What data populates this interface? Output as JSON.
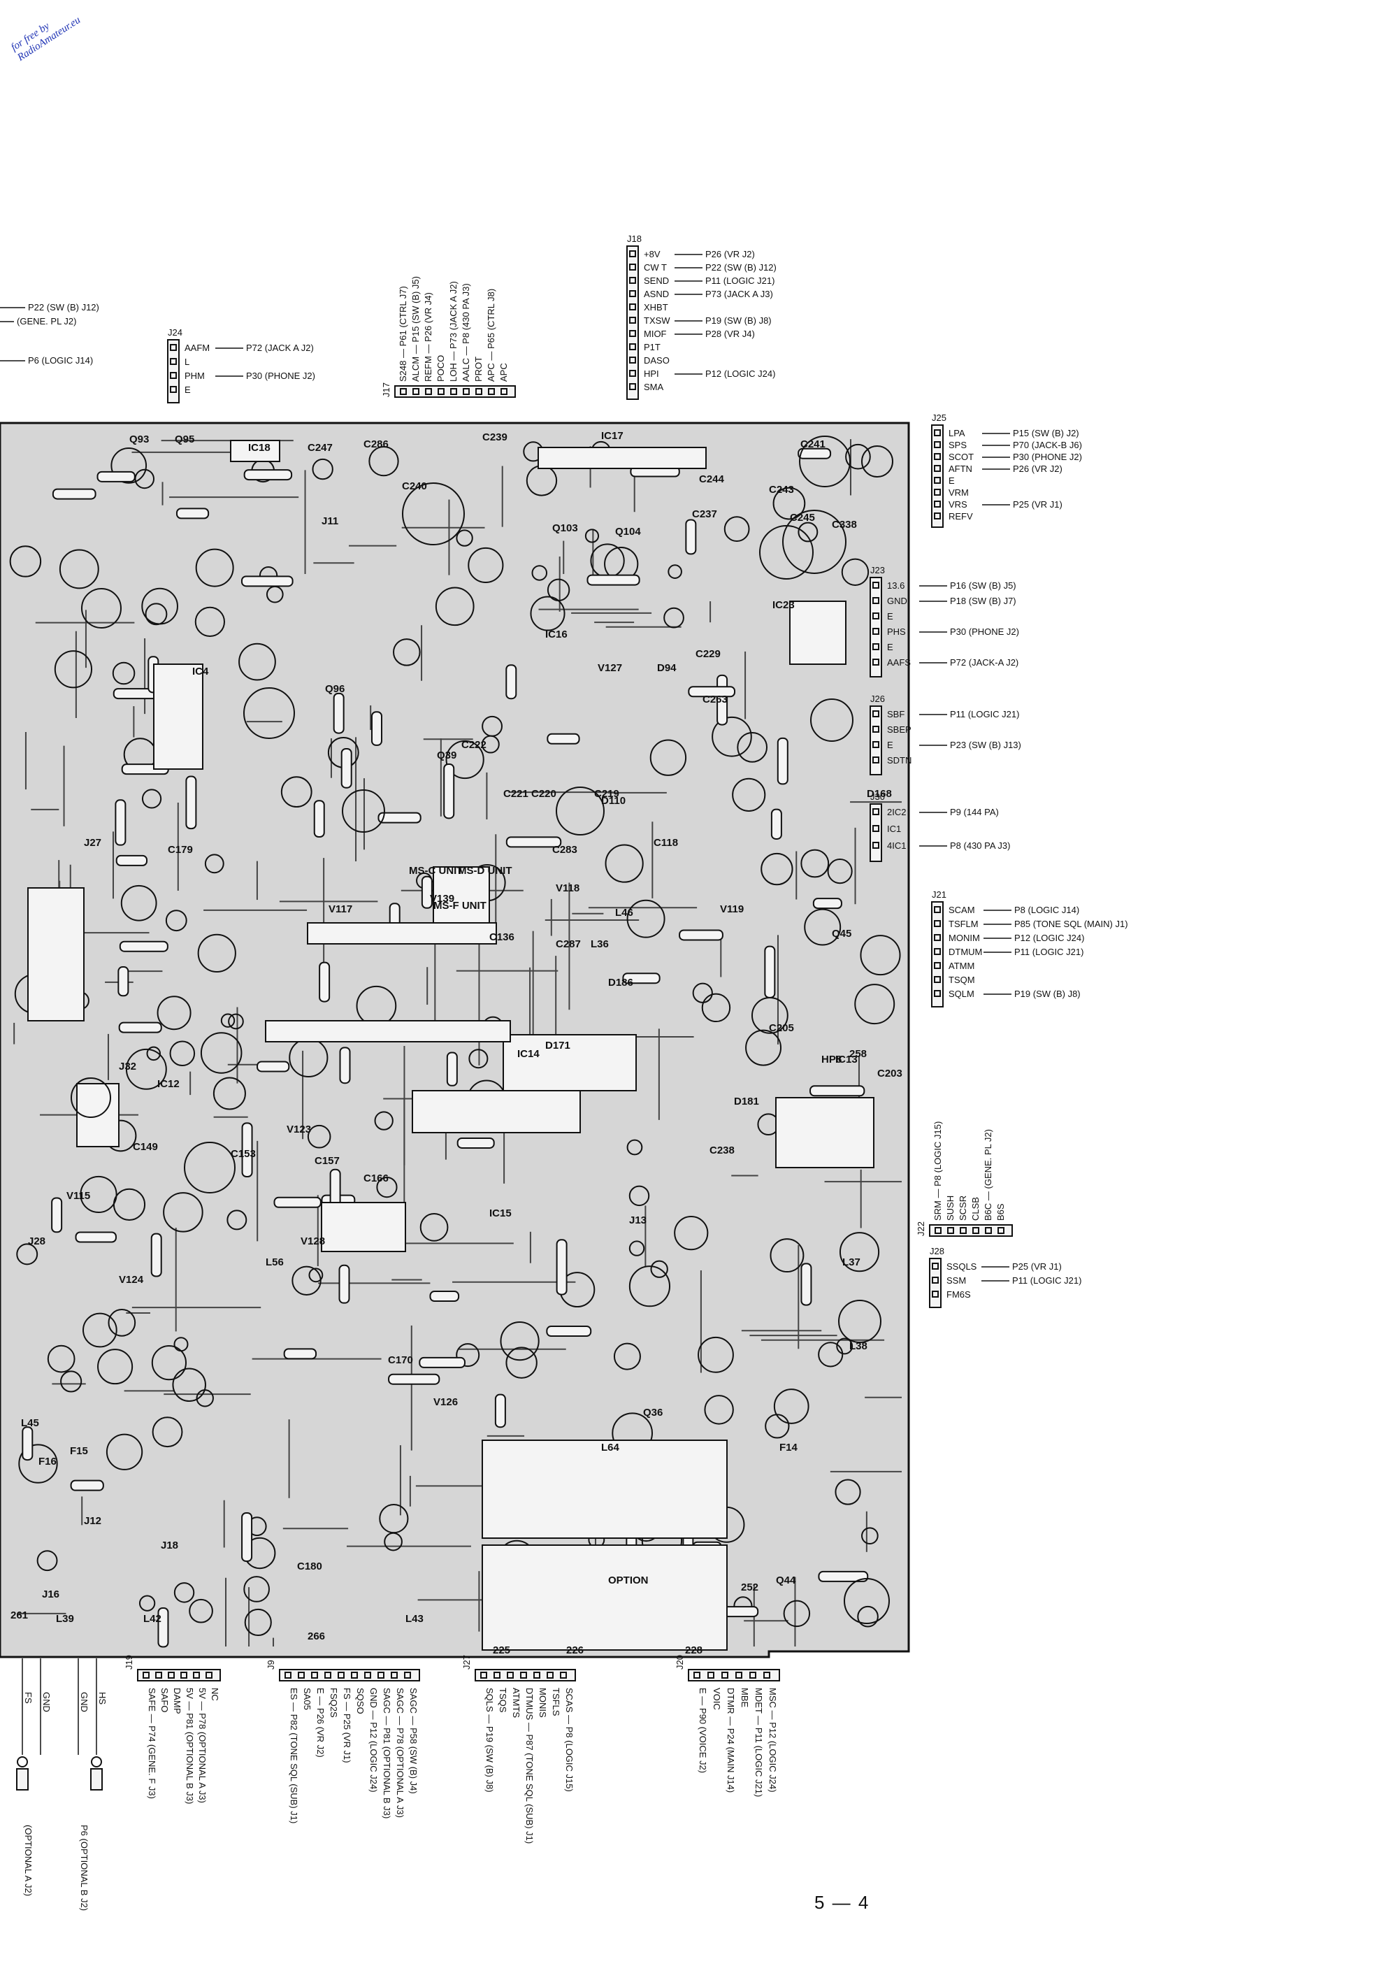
{
  "watermark": {
    "line1": "for free by",
    "line2": "RadioAmateur.eu",
    "color": "#1f33b4"
  },
  "page_number": "5 — 4",
  "colors": {
    "board": "#d6d6d6",
    "ink": "#111111",
    "paper": "#ffffff"
  },
  "components": [
    "IC17",
    "IC18",
    "IC16",
    "IC14",
    "IC13",
    "IC12",
    "IC15",
    "IC23",
    "IC4",
    "Q93",
    "Q95",
    "Q103",
    "Q104",
    "Q96",
    "Q39",
    "Q36",
    "Q44",
    "Q45",
    "C238",
    "C239",
    "C241",
    "C240",
    "C247",
    "C286",
    "C244",
    "C245",
    "C243",
    "C237",
    "C229",
    "C263",
    "C222",
    "C221",
    "C220",
    "C219",
    "C283",
    "C287",
    "C205",
    "C203",
    "C149",
    "C153",
    "C157",
    "C166",
    "C170",
    "C180",
    "C179",
    "C136",
    "C118",
    "C338",
    "L46",
    "L36",
    "L37",
    "L38",
    "L39",
    "L42",
    "L43",
    "L45",
    "L56",
    "L64",
    "F14",
    "F15",
    "F16",
    "J12",
    "J13",
    "J11",
    "J27",
    "J28",
    "J32",
    "J16",
    "J18",
    "D94",
    "D110",
    "D168",
    "D186",
    "D181",
    "D171",
    "V128",
    "V123",
    "V115",
    "V124",
    "V126",
    "V127",
    "V139",
    "V117",
    "V118",
    "V119",
    "MS-D UNIT",
    "MS-C UNIT",
    "MS-F UNIT",
    "OPTION",
    "HP8",
    "258",
    "252",
    "228",
    "226",
    "225",
    "266",
    "261"
  ],
  "connectors": {
    "top_left_partial": [
      {
        "net": "P22",
        "dest": "(SW (B) J12)"
      },
      {
        "net": "",
        "dest": "(GENE. PL J2)"
      },
      {
        "net": "P6",
        "dest": "(LOGIC J14)"
      }
    ],
    "J24": {
      "id": "J24",
      "pins": [
        {
          "sig": "AAFM",
          "net": "P72",
          "dest": "(JACK A J2)"
        },
        {
          "sig": "L",
          "net": "",
          "dest": ""
        },
        {
          "sig": "PHM",
          "net": "P30",
          "dest": "(PHONE J2)"
        },
        {
          "sig": "E",
          "net": "",
          "dest": ""
        }
      ]
    },
    "J17": {
      "id": "J17",
      "pins": [
        {
          "sig": "S248",
          "net": "P61",
          "dest": "(CTRL J7)"
        },
        {
          "sig": "ALCM",
          "net": "P15",
          "dest": "(SW (B) J5)"
        },
        {
          "sig": "REFM",
          "net": "P26",
          "dest": "(VR J4)"
        },
        {
          "sig": "POCO",
          "net": "",
          "dest": ""
        },
        {
          "sig": "LOH",
          "net": "P73",
          "dest": "(JACK A J2)"
        },
        {
          "sig": "AALC",
          "net": "P8",
          "dest": "(430 PA J3)"
        },
        {
          "sig": "PROT",
          "net": "",
          "dest": ""
        },
        {
          "sig": "APC",
          "net": "P65",
          "dest": "(CTRL J8)"
        },
        {
          "sig": "APC",
          "net": "",
          "dest": ""
        }
      ]
    },
    "J18": {
      "id": "J18",
      "pins": [
        {
          "sig": "+8V",
          "net": "P26",
          "dest": "(VR J2)"
        },
        {
          "sig": "CW T",
          "net": "P22",
          "dest": "(SW (B) J12)"
        },
        {
          "sig": "SEND",
          "net": "P11",
          "dest": "(LOGIC J21)"
        },
        {
          "sig": "ASND",
          "net": "P73",
          "dest": "(JACK A J3)"
        },
        {
          "sig": "XHBT",
          "net": "",
          "dest": ""
        },
        {
          "sig": "TXSW",
          "net": "P19",
          "dest": "(SW (B) J8)"
        },
        {
          "sig": "MIOF",
          "net": "P28",
          "dest": "(VR J4)"
        },
        {
          "sig": "P1T",
          "net": "",
          "dest": ""
        },
        {
          "sig": "DASO",
          "net": "",
          "dest": ""
        },
        {
          "sig": "HPI",
          "net": "P12",
          "dest": "(LOGIC J24)"
        },
        {
          "sig": "SMA",
          "net": "",
          "dest": ""
        }
      ]
    },
    "J25": {
      "id": "J25",
      "pins": [
        {
          "sig": "LPA",
          "net": "P15",
          "dest": "(SW (B) J2)"
        },
        {
          "sig": "SPS",
          "net": "P70",
          "dest": "(JACK-B J6)"
        },
        {
          "sig": "SCOT",
          "net": "P30",
          "dest": "(PHONE J2)"
        },
        {
          "sig": "AFTN",
          "net": "P26",
          "dest": "(VR J2)"
        },
        {
          "sig": "E",
          "net": "",
          "dest": ""
        },
        {
          "sig": "VRM",
          "net": "",
          "dest": ""
        },
        {
          "sig": "VRS",
          "net": "P25",
          "dest": "(VR J1)"
        },
        {
          "sig": "REFV",
          "net": "",
          "dest": ""
        }
      ]
    },
    "J23": {
      "id": "J23",
      "pins": [
        {
          "sig": "13.6",
          "net": "P16",
          "dest": "(SW (B) J5)"
        },
        {
          "sig": "GND",
          "net": "P18",
          "dest": "(SW (B) J7)"
        },
        {
          "sig": "E",
          "net": "",
          "dest": ""
        },
        {
          "sig": "PHS",
          "net": "P30",
          "dest": "(PHONE J2)"
        },
        {
          "sig": "E",
          "net": "",
          "dest": ""
        },
        {
          "sig": "AAFS",
          "net": "P72",
          "dest": "(JACK-A J2)"
        }
      ]
    },
    "J26": {
      "id": "J26",
      "pins": [
        {
          "sig": "SBF",
          "net": "P11",
          "dest": "(LOGIC J21)"
        },
        {
          "sig": "SBEP",
          "net": "",
          "dest": ""
        },
        {
          "sig": "E",
          "net": "P23",
          "dest": "(SW (B) J13)"
        },
        {
          "sig": "SDTN",
          "net": "",
          "dest": ""
        }
      ]
    },
    "J30": {
      "id": "J30",
      "pins": [
        {
          "sig": "2IC2",
          "net": "P9",
          "dest": "(144 PA)"
        },
        {
          "sig": "IC1",
          "net": "",
          "dest": ""
        },
        {
          "sig": "4IC1",
          "net": "P8",
          "dest": "(430 PA J3)"
        }
      ]
    },
    "J21": {
      "id": "J21",
      "pins": [
        {
          "sig": "SCAM",
          "net": "P8",
          "dest": "(LOGIC J14)"
        },
        {
          "sig": "TSFLM",
          "net": "P85",
          "dest": "(TONE SQL (MAIN) J1)"
        },
        {
          "sig": "MONIM",
          "net": "P12",
          "dest": "(LOGIC J24)"
        },
        {
          "sig": "DTMUM",
          "net": "P11",
          "dest": "(LOGIC J21)"
        },
        {
          "sig": "ATMM",
          "net": "",
          "dest": ""
        },
        {
          "sig": "TSQM",
          "net": "",
          "dest": ""
        },
        {
          "sig": "SQLM",
          "net": "P19",
          "dest": "(SW (B) J8)"
        }
      ]
    },
    "J22": {
      "id": "J22",
      "pins": [
        {
          "sig": "SRM",
          "net": "P8",
          "dest": "(LOGIC J15)"
        },
        {
          "sig": "SUSH",
          "net": "",
          "dest": ""
        },
        {
          "sig": "SCSR",
          "net": "",
          "dest": ""
        },
        {
          "sig": "CLSB",
          "net": "",
          "dest": ""
        },
        {
          "sig": "B6C",
          "net": "",
          "dest": "(GENE. PL J2)"
        },
        {
          "sig": "B6S",
          "net": "",
          "dest": ""
        }
      ]
    },
    "J28": {
      "id": "J28",
      "pins": [
        {
          "sig": "SSQLS",
          "net": "P25",
          "dest": "(VR J1)"
        },
        {
          "sig": "SSM",
          "net": "P11",
          "dest": "(LOGIC J21)"
        },
        {
          "sig": "FM6S",
          "net": "",
          "dest": ""
        }
      ]
    },
    "bottom_left_jacks": [
      {
        "sig": "FS",
        "net": "",
        "dest": "(OPTIONAL A J2)"
      },
      {
        "sig": "GND",
        "net": "",
        "dest": ""
      },
      {
        "sig": "GND",
        "net": "P6",
        "dest": "(OPTIONAL B J2)"
      },
      {
        "sig": "HS",
        "net": "",
        "dest": ""
      }
    ],
    "J19": {
      "id": "J19",
      "pins": [
        {
          "sig": "SAFE",
          "net": "P74",
          "dest": "(GENE. F J3)"
        },
        {
          "sig": "SAFO",
          "net": "",
          "dest": ""
        },
        {
          "sig": "DAMP",
          "net": "",
          "dest": ""
        },
        {
          "sig": "5V",
          "net": "P81",
          "dest": "(OPTIONAL B J3)"
        },
        {
          "sig": "5V",
          "net": "P78",
          "dest": "(OPTIONAL A J3)"
        },
        {
          "sig": "NC",
          "net": "",
          "dest": ""
        }
      ]
    },
    "J9": {
      "id": "J9",
      "pins": [
        {
          "sig": "ES",
          "net": "P82",
          "dest": "(TONE SQL (SUB) J1)"
        },
        {
          "sig": "SA05",
          "net": "",
          "dest": ""
        },
        {
          "sig": "E",
          "net": "P26",
          "dest": "(VR J2)"
        },
        {
          "sig": "FSQ2S",
          "net": "",
          "dest": ""
        },
        {
          "sig": "FS",
          "net": "P25",
          "dest": "(VR J1)"
        },
        {
          "sig": "SQSO",
          "net": "",
          "dest": ""
        },
        {
          "sig": "GND",
          "net": "P12",
          "dest": "(LOGIC J24)"
        },
        {
          "sig": "SAGC",
          "net": "P81",
          "dest": "(OPTIONAL B J3)"
        },
        {
          "sig": "SAGC",
          "net": "P78",
          "dest": "(OPTIONAL A J3)"
        },
        {
          "sig": "SAGC",
          "net": "P58",
          "dest": "(SW (B) J4)"
        }
      ]
    },
    "J27b": {
      "id": "J27",
      "pins": [
        {
          "sig": "SQLS",
          "net": "P19",
          "dest": "(SW (B) J8)"
        },
        {
          "sig": "TSQS",
          "net": "",
          "dest": ""
        },
        {
          "sig": "ATMTS",
          "net": "",
          "dest": ""
        },
        {
          "sig": "DTMUS",
          "net": "P87",
          "dest": "(TONE SQL (SUB) J1)"
        },
        {
          "sig": "MONIS",
          "net": "",
          "dest": ""
        },
        {
          "sig": "TSFLS",
          "net": "",
          "dest": ""
        },
        {
          "sig": "SCAS",
          "net": "P8",
          "dest": "(LOGIC J15)"
        }
      ]
    },
    "J20": {
      "id": "J20",
      "pins": [
        {
          "sig": "E",
          "net": "P90",
          "dest": "(VOICE J2)"
        },
        {
          "sig": "VOIC",
          "net": "",
          "dest": ""
        },
        {
          "sig": "DTMR",
          "net": "P24",
          "dest": "(MAIN J14)"
        },
        {
          "sig": "MBE",
          "net": "",
          "dest": ""
        },
        {
          "sig": "MDET",
          "net": "P11",
          "dest": "(LOGIC J21)"
        },
        {
          "sig": "MSC",
          "net": "P12",
          "dest": "(LOGIC J24)"
        }
      ]
    }
  }
}
